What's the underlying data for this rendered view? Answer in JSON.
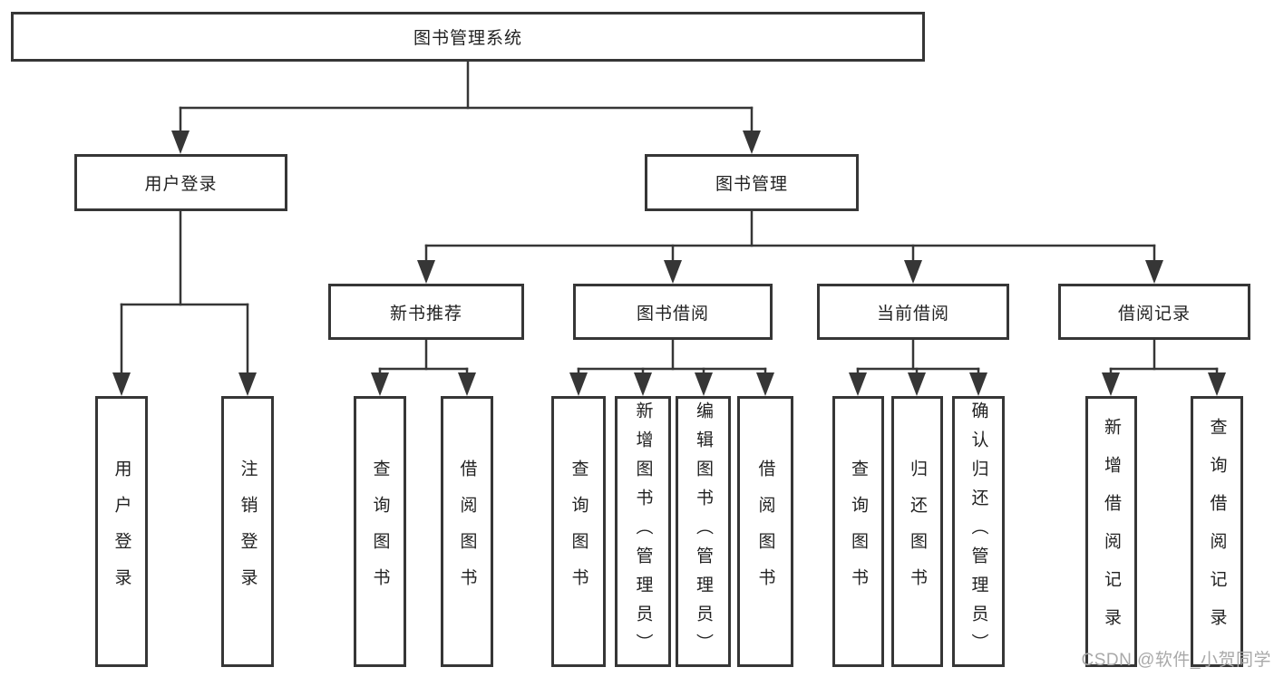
{
  "diagram": {
    "root": {
      "label": "图书管理系统"
    },
    "branches": [
      {
        "label": "用户登录",
        "children": [
          "用户登录",
          "注销登录"
        ]
      },
      {
        "label": "图书管理",
        "children": [
          {
            "label": "新书推荐",
            "children": [
              "查询图书",
              "借阅图书"
            ]
          },
          {
            "label": "图书借阅",
            "children": [
              "查询图书",
              "新增图书（管理员）",
              "编辑图书（管理员）",
              "借阅图书"
            ]
          },
          {
            "label": "当前借阅",
            "children": [
              "查询图书",
              "归还图书",
              "确认归还（管理员）"
            ]
          },
          {
            "label": "借阅记录",
            "children": [
              "新增借阅记录",
              "查询借阅记录"
            ]
          }
        ]
      }
    ]
  },
  "watermark": {
    "text": "CSDN @软件_小贺同学"
  },
  "colors": {
    "line": "#363636",
    "text": "#222222",
    "watermark": "#a9a9a9",
    "background": "#ffffff"
  }
}
